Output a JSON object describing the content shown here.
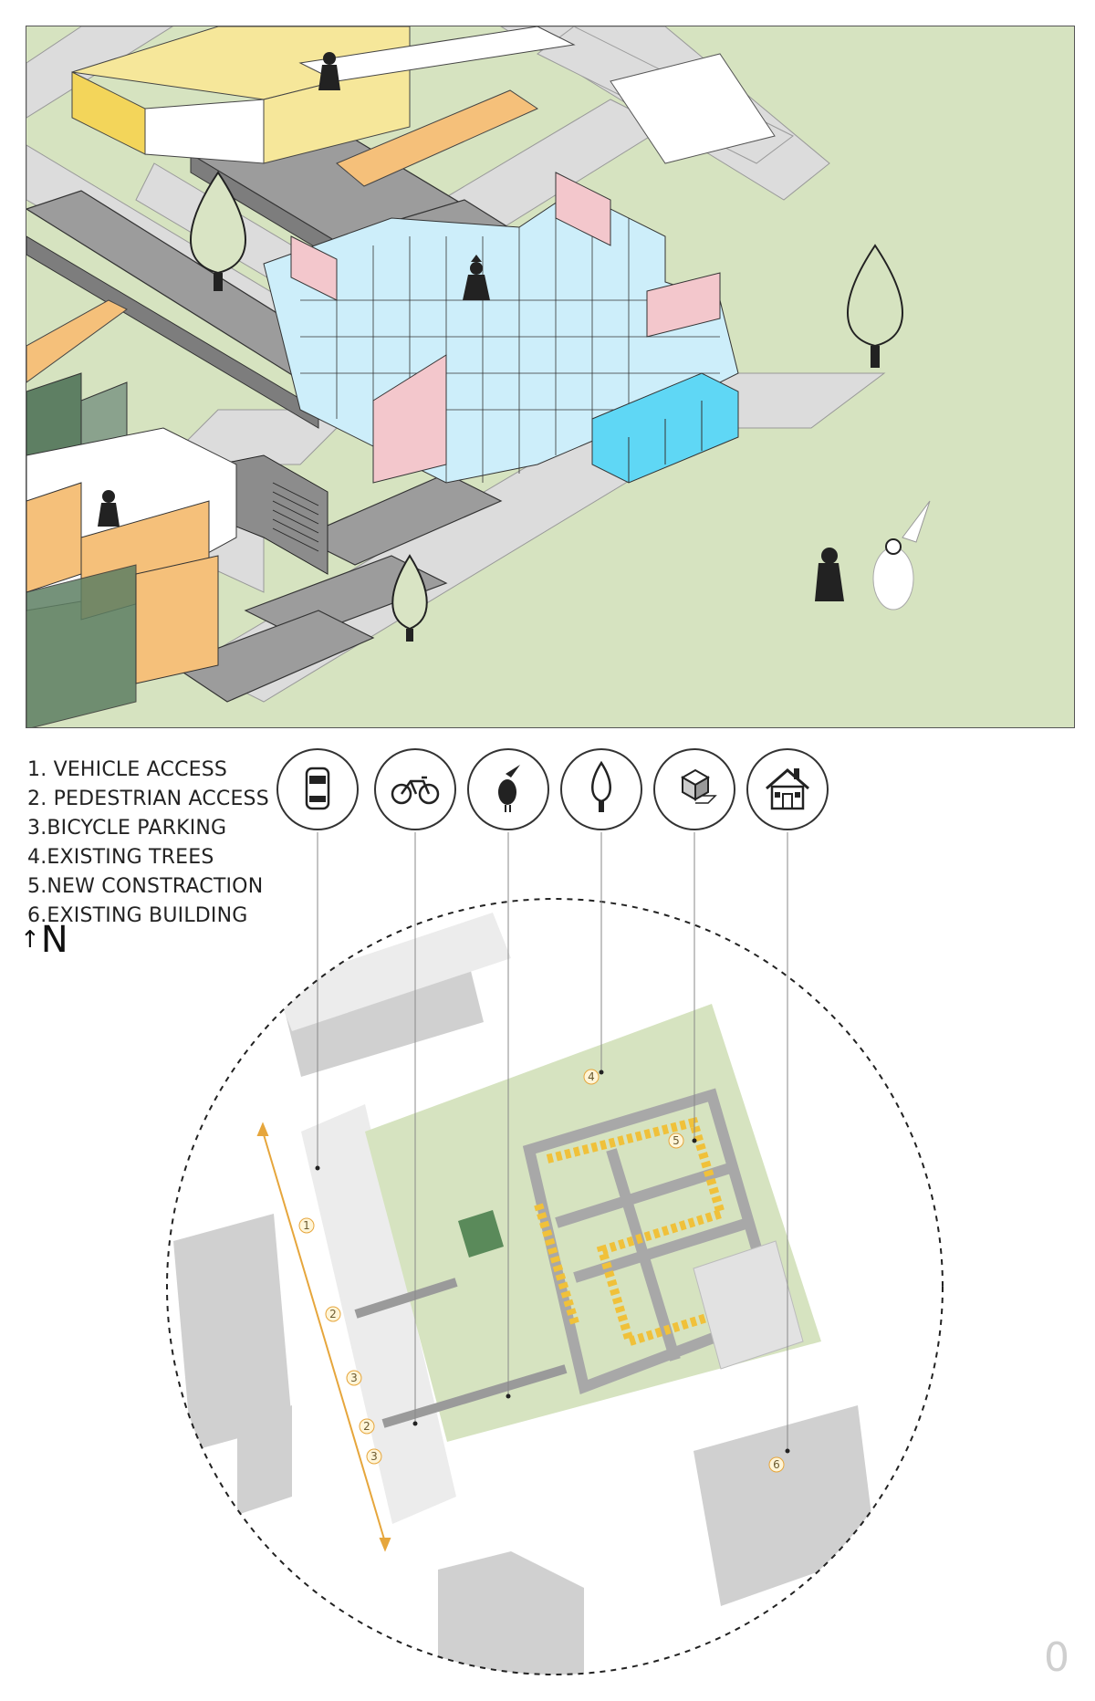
{
  "legend": {
    "items": [
      "1. VEHICLE ACCESS",
      "2. PEDESTRIAN ACCESS",
      "3.BICYCLE PARKING",
      "4.EXISTING TREES",
      "5.NEW CONSTRACTION",
      "6.EXISTING BUILDING"
    ],
    "north_label": "N"
  },
  "icons": [
    {
      "name": "car-icon",
      "meaning": "vehicle"
    },
    {
      "name": "bicycle-icon",
      "meaning": "bicycle"
    },
    {
      "name": "pedestrian-figure-icon",
      "meaning": "pedestrian"
    },
    {
      "name": "tree-icon",
      "meaning": "tree"
    },
    {
      "name": "cube-icon",
      "meaning": "new construction"
    },
    {
      "name": "house-icon",
      "meaning": "existing building"
    }
  ],
  "plan_markers": [
    "1",
    "2",
    "3",
    "2",
    "3",
    "4",
    "5",
    "6"
  ],
  "page_number": "0",
  "colors": {
    "grass": "#d6e3c0",
    "path": "#d9d9d9",
    "dark_block": "#9a9a9a",
    "pale_blue": "#cdeefa",
    "bright_blue": "#5fd7f5",
    "pink": "#f3c7cc",
    "yellow": "#f6e79a",
    "orange": "#f5c07a",
    "dark_green": "#5a7f5a",
    "marker_orange": "#e6a63c"
  }
}
